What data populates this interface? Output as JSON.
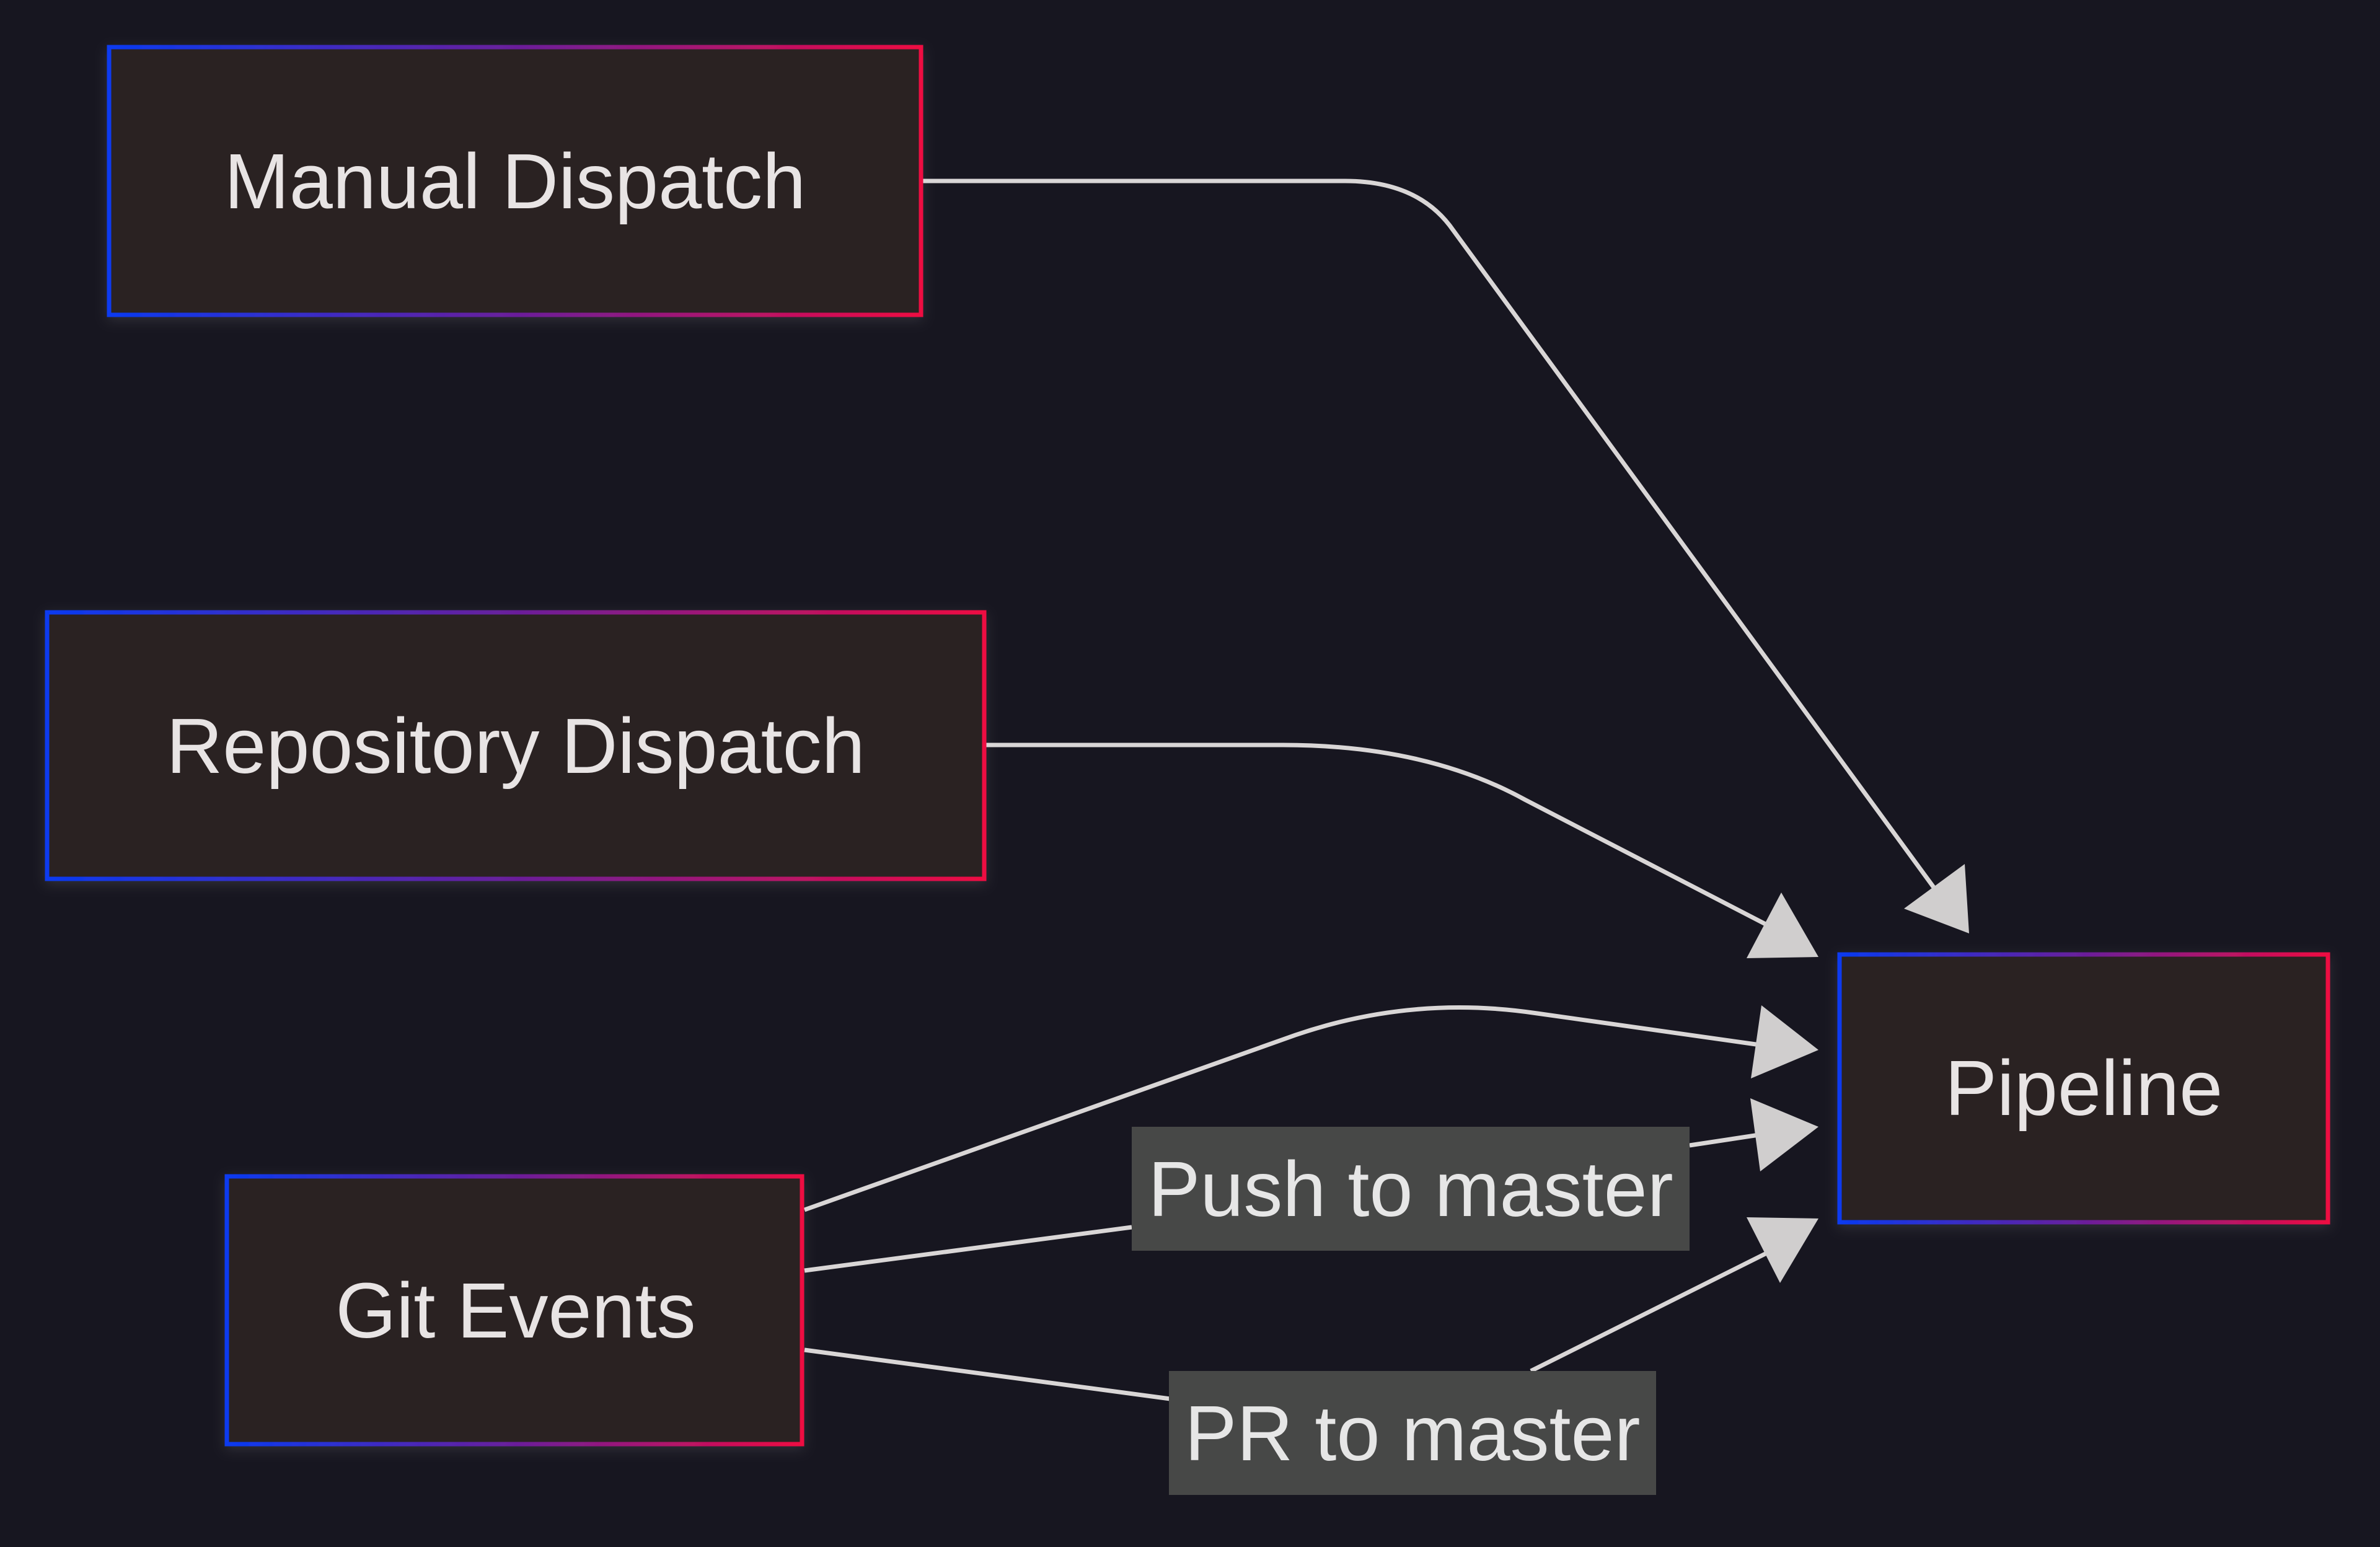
{
  "nodes": {
    "manual_dispatch": "Manual Dispatch",
    "repository_dispatch": "Repository Dispatch",
    "git_events": "Git Events",
    "pipeline": "Pipeline"
  },
  "edges": {
    "push_label": "Push to master",
    "pr_label": "PR to master"
  },
  "colors": {
    "background": "#171620",
    "node_fill": "#2c2120",
    "border_start": "#0a3af0",
    "border_mid": "#6a1f9a",
    "border_end": "#ee0a42",
    "edge": "#d9d6d6",
    "edge_label_bg": "#474847",
    "text": "#e8e4e4"
  }
}
